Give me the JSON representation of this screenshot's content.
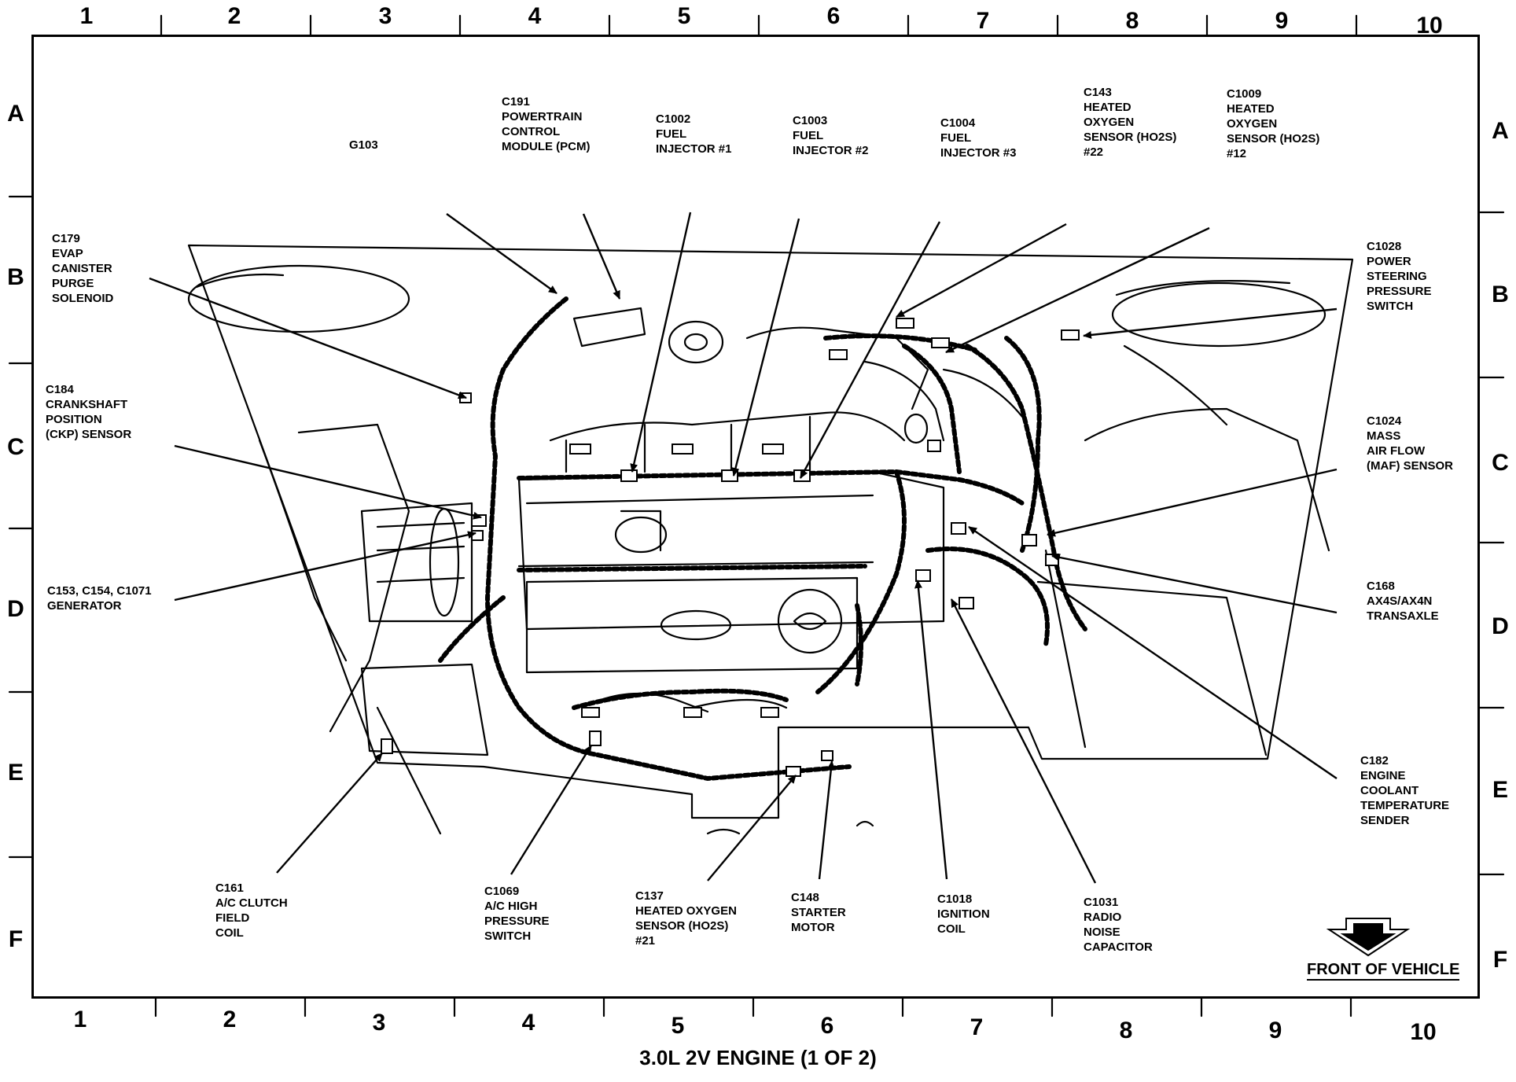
{
  "title": "3.0L 2V ENGINE (1 OF 2)",
  "front_label": "FRONT OF VEHICLE",
  "grid": {
    "columns": [
      "1",
      "2",
      "3",
      "4",
      "5",
      "6",
      "7",
      "8",
      "9",
      "10"
    ],
    "rows": [
      "A",
      "B",
      "C",
      "D",
      "E",
      "F"
    ]
  },
  "labels": [
    {
      "id": "g103",
      "lines": [
        "G103"
      ]
    },
    {
      "id": "c191",
      "lines": [
        "C191",
        "POWERTRAIN",
        "CONTROL",
        "MODULE (PCM)"
      ]
    },
    {
      "id": "c1002",
      "lines": [
        "C1002",
        "FUEL",
        "INJECTOR #1"
      ]
    },
    {
      "id": "c1003",
      "lines": [
        "C1003",
        "FUEL",
        "INJECTOR #2"
      ]
    },
    {
      "id": "c1004",
      "lines": [
        "C1004",
        "FUEL",
        "INJECTOR #3"
      ]
    },
    {
      "id": "c143",
      "lines": [
        "C143",
        "HEATED",
        "OXYGEN",
        "SENSOR (HO2S)",
        "#22"
      ]
    },
    {
      "id": "c1009",
      "lines": [
        "C1009",
        "HEATED",
        "OXYGEN",
        "SENSOR (HO2S)",
        "#12"
      ]
    },
    {
      "id": "c179",
      "lines": [
        "C179",
        "EVAP",
        "CANISTER",
        "PURGE",
        "SOLENOID"
      ]
    },
    {
      "id": "c1028",
      "lines": [
        "C1028",
        "POWER",
        "STEERING",
        "PRESSURE",
        "SWITCH"
      ]
    },
    {
      "id": "c184",
      "lines": [
        "C184",
        "CRANKSHAFT",
        "POSITION",
        "(CKP) SENSOR"
      ]
    },
    {
      "id": "c1024",
      "lines": [
        "C1024",
        "MASS",
        "AIR FLOW",
        "(MAF) SENSOR"
      ]
    },
    {
      "id": "c153",
      "lines": [
        "C153, C154, C1071",
        "GENERATOR"
      ]
    },
    {
      "id": "c168",
      "lines": [
        "C168",
        "AX4S/AX4N",
        "TRANSAXLE"
      ]
    },
    {
      "id": "c182",
      "lines": [
        "C182",
        "ENGINE",
        "COOLANT",
        "TEMPERATURE",
        "SENDER"
      ]
    },
    {
      "id": "c161",
      "lines": [
        "C161",
        "A/C CLUTCH",
        "FIELD",
        "COIL"
      ]
    },
    {
      "id": "c1069",
      "lines": [
        "C1069",
        "A/C HIGH",
        "PRESSURE",
        "SWITCH"
      ]
    },
    {
      "id": "c137",
      "lines": [
        "C137",
        "HEATED OXYGEN",
        "SENSOR (HO2S)",
        "#21"
      ]
    },
    {
      "id": "c148",
      "lines": [
        "C148",
        "STARTER",
        "MOTOR"
      ]
    },
    {
      "id": "c1018",
      "lines": [
        "C1018",
        "IGNITION",
        "COIL"
      ]
    },
    {
      "id": "c1031",
      "lines": [
        "C1031",
        "RADIO",
        "NOISE",
        "CAPACITOR"
      ]
    }
  ]
}
